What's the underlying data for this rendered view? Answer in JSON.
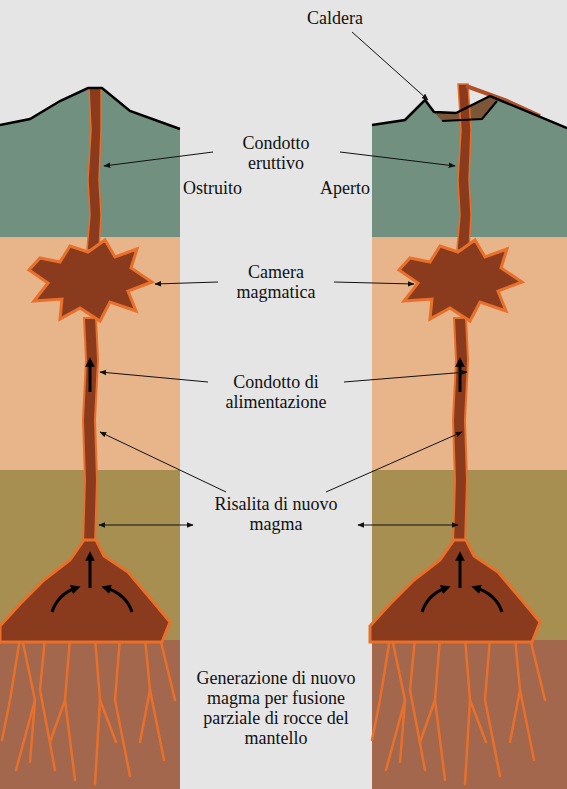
{
  "diagram": {
    "labels": [
      "Caldera",
      "Condotto eruttivo",
      "Ostruito",
      "Aperto",
      "Camera magmatica",
      "Condotto di alimentazione",
      "Risalita di nuovo magma",
      "Generazione di nuovo magma per fusione parziale di rocce del mantello"
    ]
  }
}
